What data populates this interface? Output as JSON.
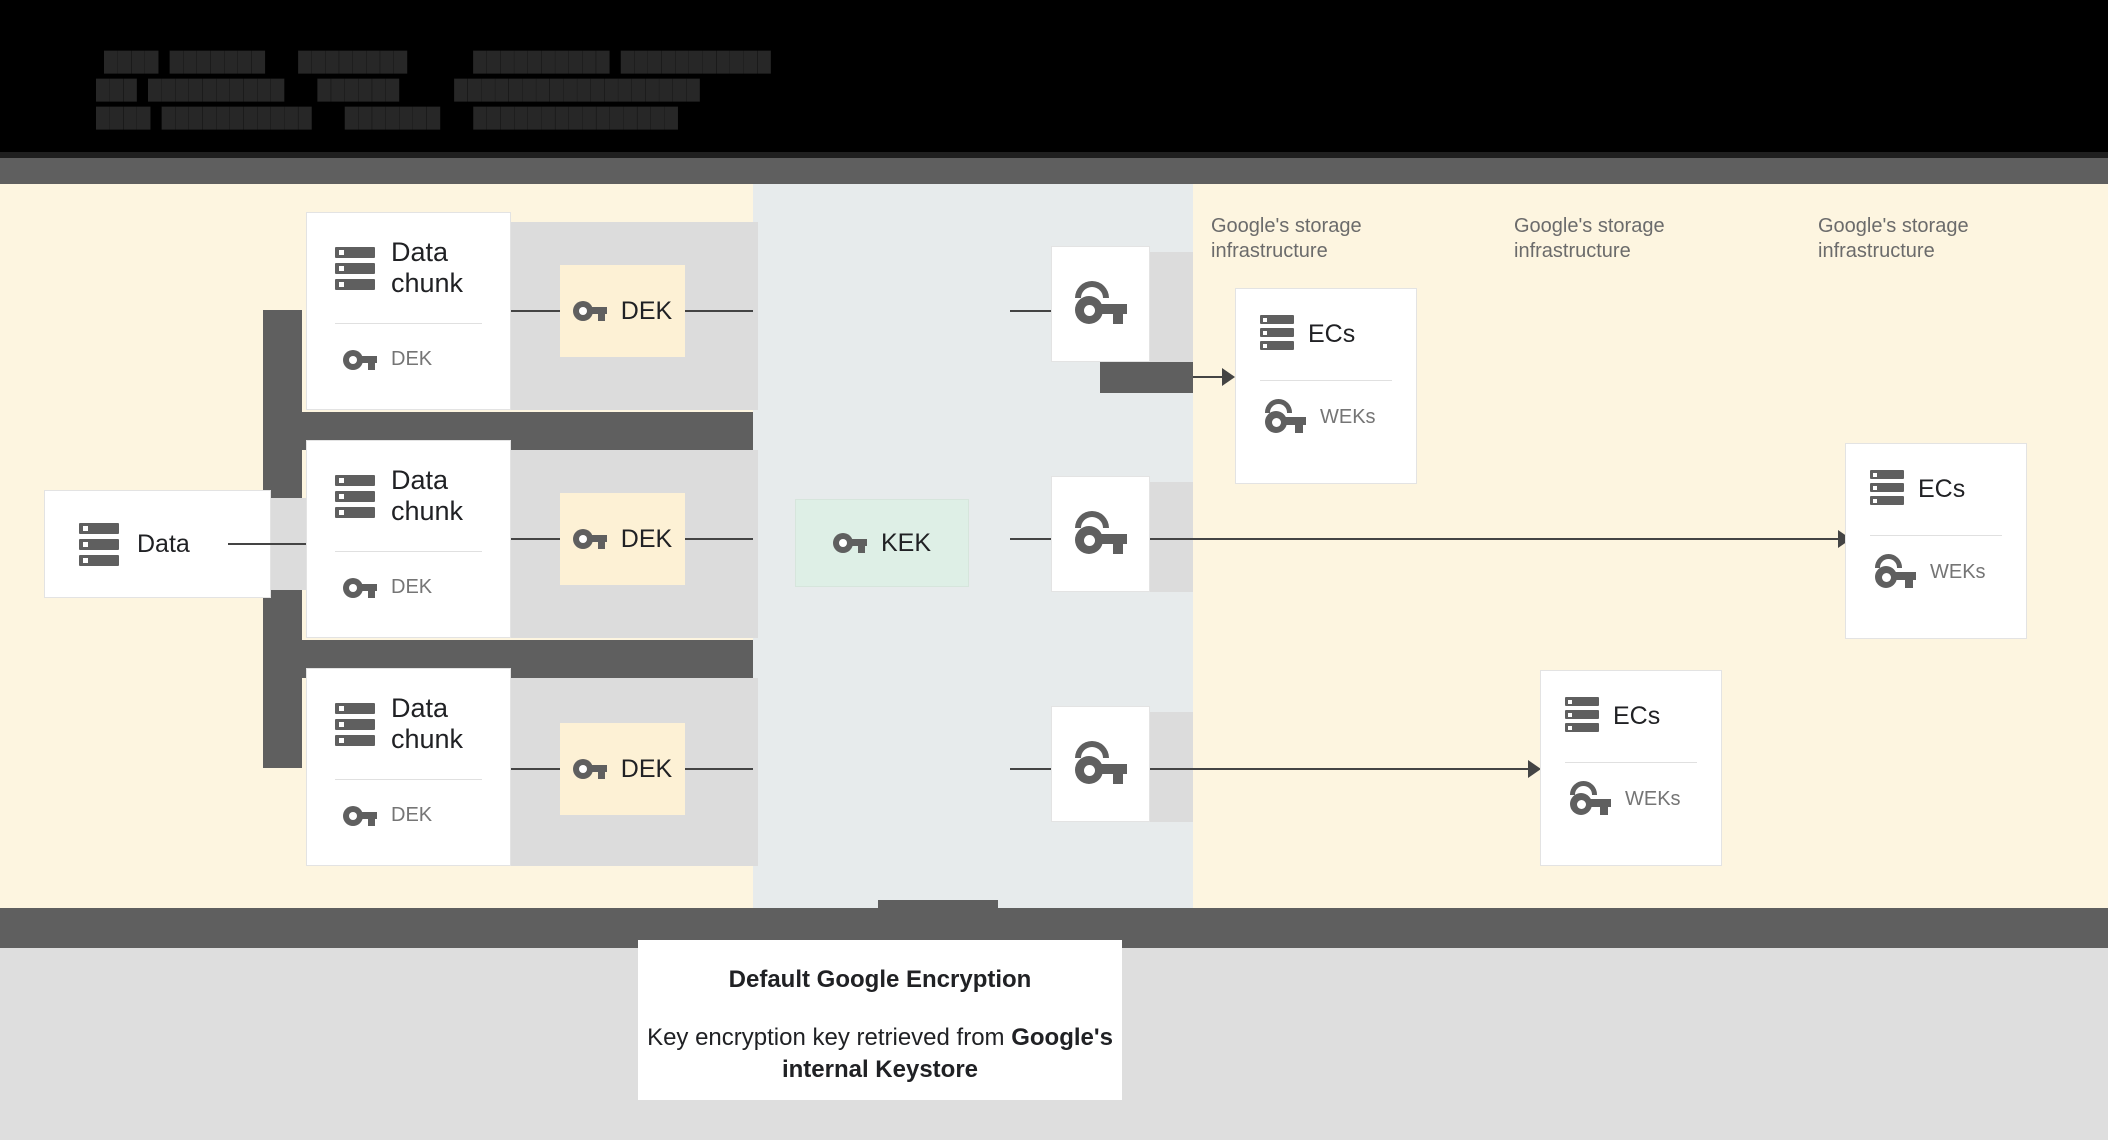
{
  "banner": {
    "redacted_lines": [
      "████  ███████      ████████            ██████████  ███████████",
      "███  ██████████      ██████          ██████████████████",
      "████  ███████████      ███████      ███████████████"
    ]
  },
  "source": {
    "label": "Data"
  },
  "chunks": [
    {
      "title": "Data\nchunk",
      "key_label": "DEK",
      "dek_label": "DEK"
    },
    {
      "title": "Data\nchunk",
      "key_label": "DEK",
      "dek_label": "DEK"
    },
    {
      "title": "Data\nchunk",
      "key_label": "DEK",
      "dek_label": "DEK"
    }
  ],
  "kek": {
    "label": "KEK"
  },
  "storage_labels": [
    "Google's storage\ninfrastructure",
    "Google's storage\ninfrastructure",
    "Google's storage\ninfrastructure"
  ],
  "ec_cards": [
    {
      "title": "ECs",
      "key_label": "WEKs"
    },
    {
      "title": "ECs",
      "key_label": "WEKs"
    },
    {
      "title": "ECs",
      "key_label": "WEKs"
    }
  ],
  "caption": {
    "title": "Default Google Encryption",
    "body_prefix": "Key encryption key retrieved from ",
    "body_bold": "Google's internal Keystore"
  },
  "colors": {
    "cream_panel": "#fdf5e0",
    "blue_panel": "#e7ebec",
    "dek_box": "#fdf1d5",
    "kek_box": "#deefe6",
    "dark_bar": "#5f5f5f",
    "footer": "#dedede",
    "icon": "#5f5f5f"
  }
}
